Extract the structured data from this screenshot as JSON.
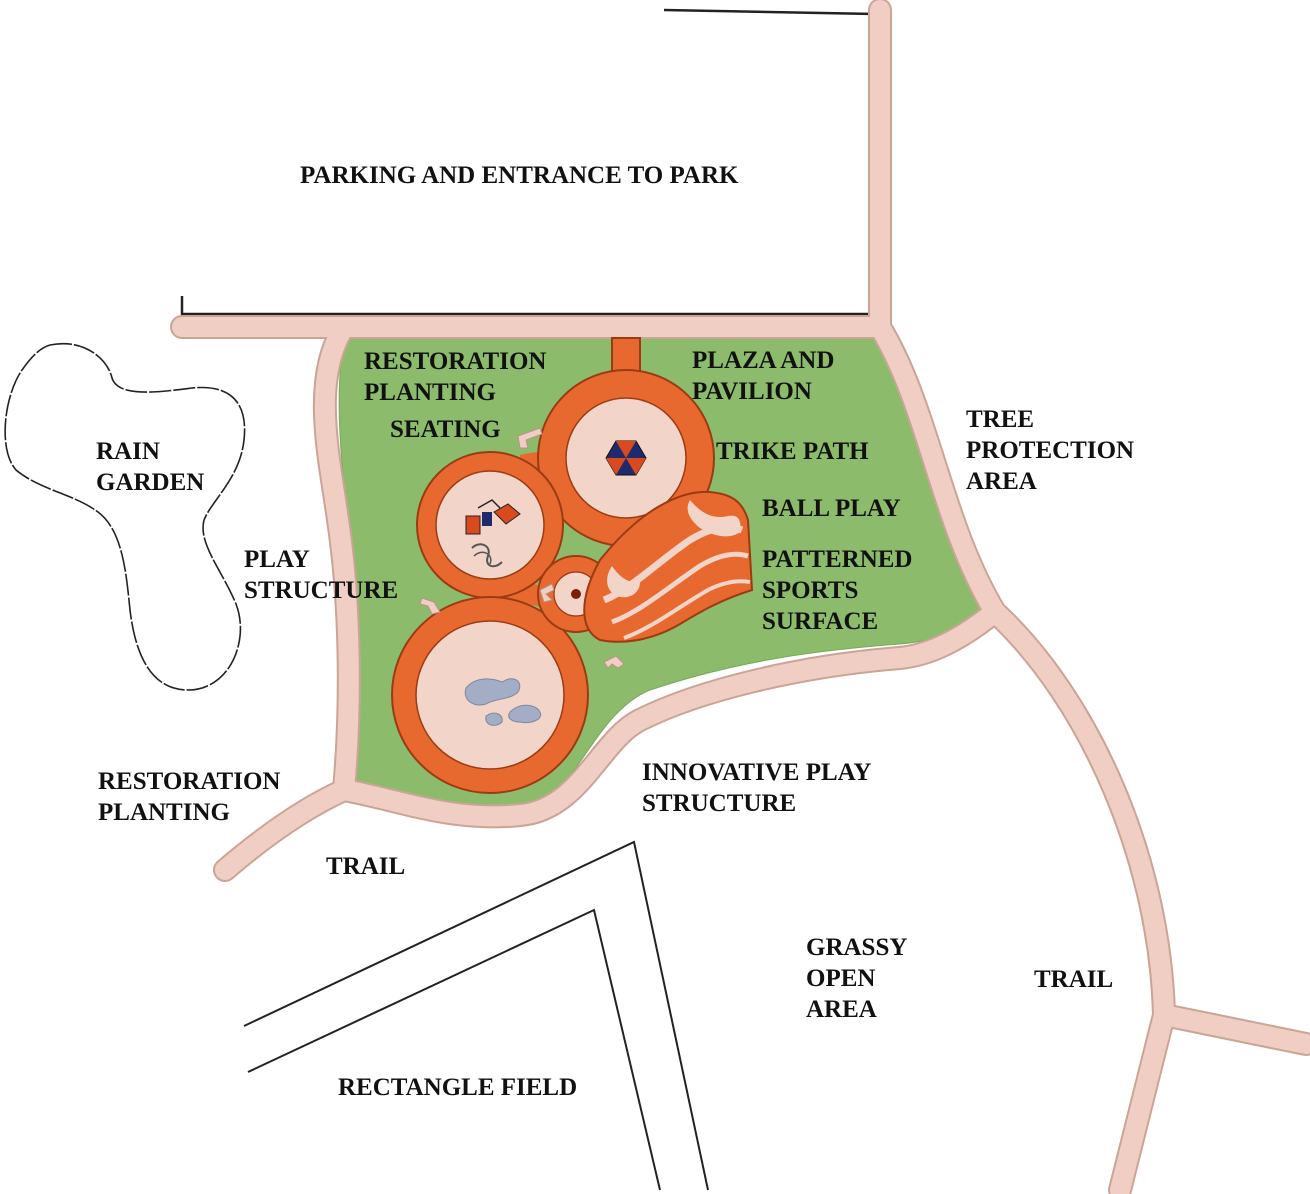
{
  "colors": {
    "grass": "#8dbb6c",
    "path": "#f0cec3",
    "path_edge": "#c9a597",
    "trike": "#e8692f",
    "trike_edge": "#9a3b12",
    "plaza": "#f2d4c8",
    "water": "#a3adc6",
    "pavilion_blue": "#1f2a6e",
    "pavilion_red": "#d94a1e",
    "ink": "#111111"
  },
  "icons": {
    "pavilion": "hexagon-pavilion-icon",
    "play_structure": "play-structure-icon",
    "boulders": "boulder-icon",
    "seating": "bench-icon"
  },
  "labels": {
    "parking": [
      "PARKING AND ENTRANCE TO PARK"
    ],
    "restoration_top": [
      "RESTORATION",
      "PLANTING"
    ],
    "plaza": [
      "PLAZA AND",
      "PAVILION"
    ],
    "seating": [
      "SEATING"
    ],
    "rain_garden": [
      "RAIN",
      "GARDEN"
    ],
    "trike_path": [
      "TRIKE PATH"
    ],
    "tree_protection": [
      "TREE",
      "PROTECTION",
      "AREA"
    ],
    "ball_play": [
      "BALL PLAY"
    ],
    "play_structure": [
      "PLAY",
      "STRUCTURE"
    ],
    "patterned": [
      "PATTERNED",
      "SPORTS",
      "SURFACE"
    ],
    "restoration_bottom": [
      "RESTORATION",
      "PLANTING"
    ],
    "innovative": [
      "INNOVATIVE PLAY",
      "STRUCTURE"
    ],
    "trail_left": [
      "TRAIL"
    ],
    "grassy": [
      "GRASSY",
      "OPEN",
      "AREA"
    ],
    "trail_right": [
      "TRAIL"
    ],
    "rectangle_field": [
      "RECTANGLE FIELD"
    ]
  }
}
